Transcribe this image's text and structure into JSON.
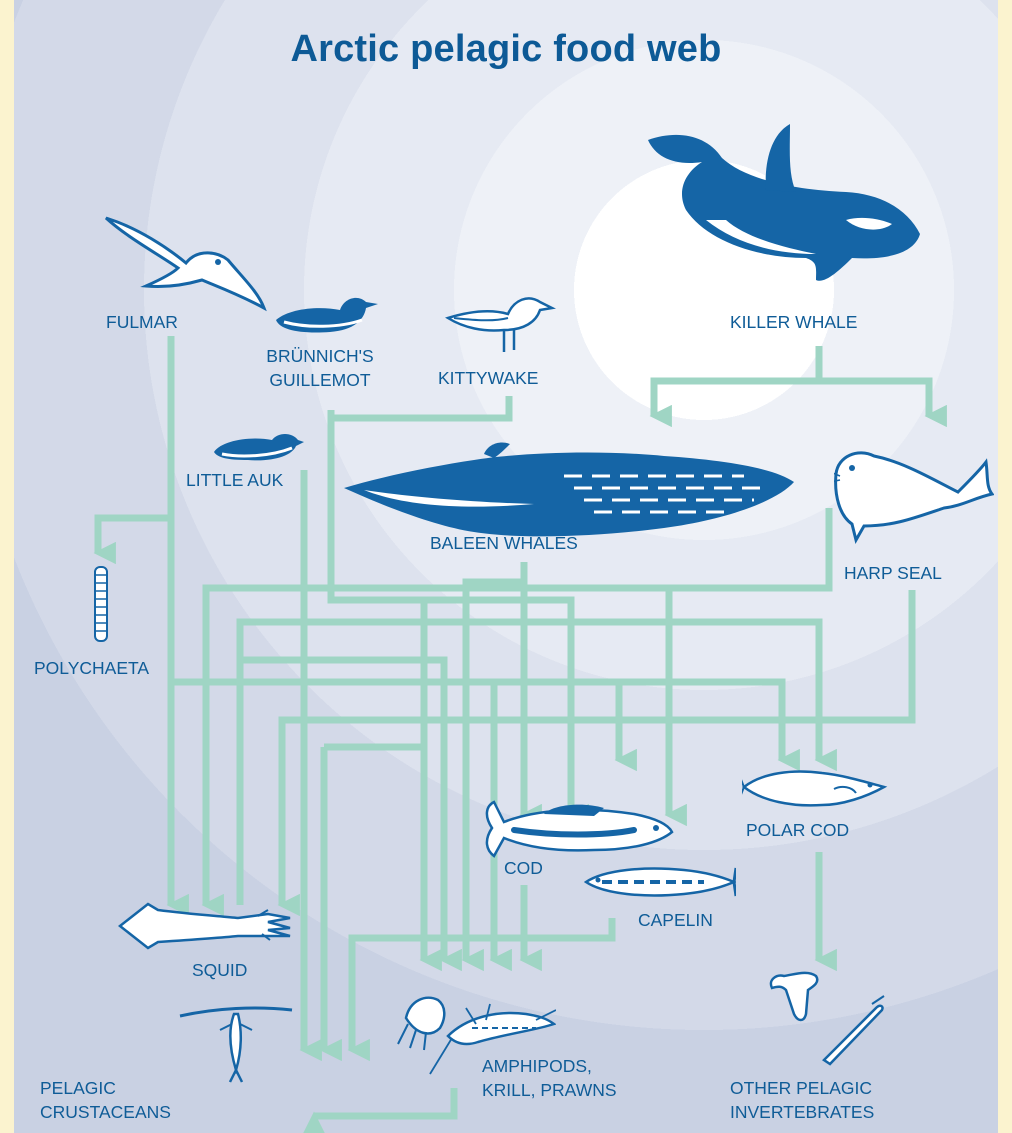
{
  "title": "Arctic pelagic food web",
  "colors": {
    "arrow": "#9fd5c4",
    "label": "#0f5c97",
    "animal": "#1565a6",
    "background": "#fbf3cf"
  },
  "species": {
    "fulmar": "FULMAR",
    "brunnichs_guillemot": [
      "BRÜNNICH'S",
      "GUILLEMOT"
    ],
    "kittywake": "KITTYWAKE",
    "killer_whale": "KILLER WHALE",
    "little_auk": "LITTLE AUK",
    "baleen_whales": "BALEEN WHALES",
    "harp_seal": "HARP SEAL",
    "polychaeta": "POLYCHAETA",
    "polar_cod": "POLAR COD",
    "cod": "COD",
    "capelin": "CAPELIN",
    "squid": "SQUID",
    "amphipods_krill_prawns": [
      "AMPHIPODS,",
      "KRILL, PRAWNS"
    ],
    "pelagic_crustaceans": [
      "PELAGIC",
      "CRUSTACEANS"
    ],
    "other_pelagic_invertebrates": [
      "OTHER PELAGIC",
      "INVERTEBRATES"
    ]
  }
}
